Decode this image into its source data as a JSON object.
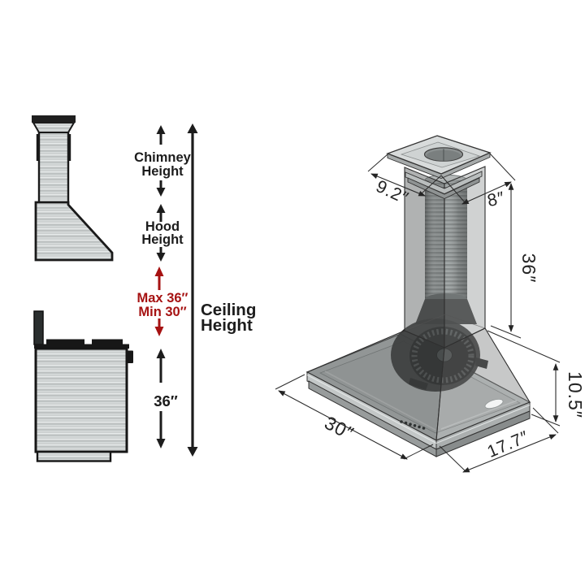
{
  "left_diagram": {
    "chimney_label": [
      "Chimney",
      "Height"
    ],
    "hood_label": [
      "Hood",
      "Height"
    ],
    "max_label": "Max 36″",
    "min_label": "Min 30″",
    "gap_label": "36″",
    "ceiling_label": [
      "Ceiling",
      "Height"
    ]
  },
  "iso_diagram": {
    "top_depth": "9.2″",
    "top_width": "8″",
    "chimney_height": "36″",
    "hood_height": "10.5″",
    "hood_width": "30″",
    "hood_depth": "17.7″"
  },
  "colors": {
    "text": "#1c1c1c",
    "accent_red": "#a61212",
    "line": "#2b2b2b",
    "background": "#ffffff"
  }
}
